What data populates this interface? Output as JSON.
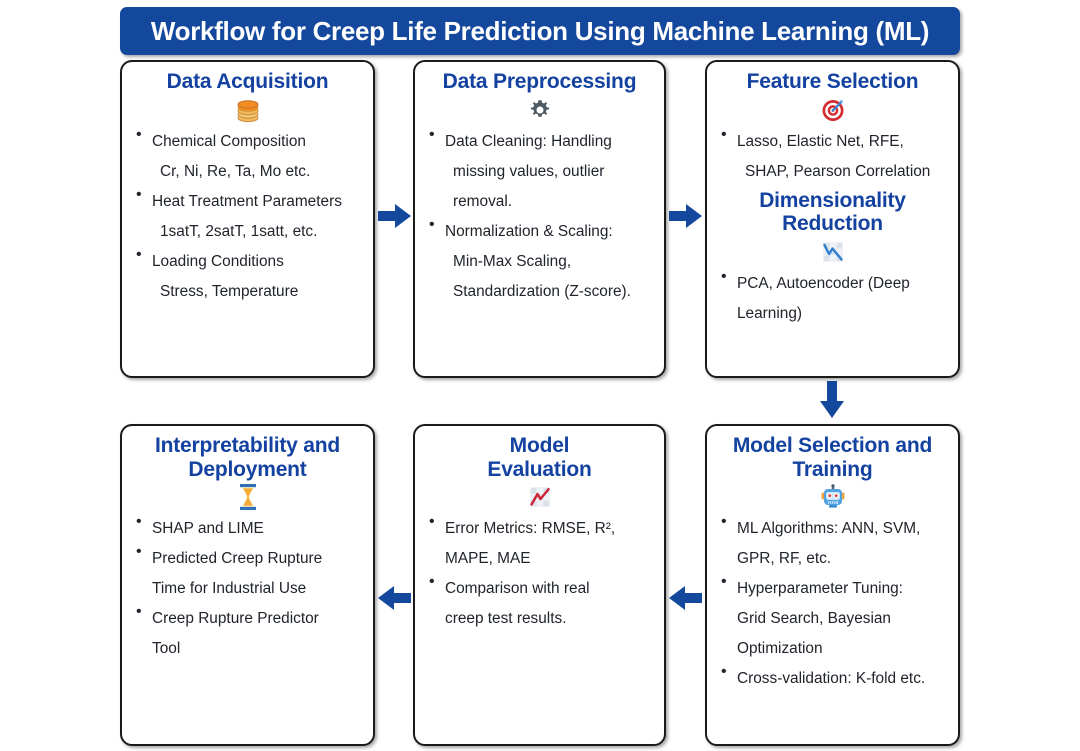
{
  "title": {
    "text": "Workflow for Creep Life Prediction Using Machine Learning (ML)",
    "background_color": "#14489c",
    "text_color": "#ffffff"
  },
  "theme": {
    "heading_color": "#1442a0",
    "arrow_color": "#14489c",
    "body_text_color": "#20242b",
    "box_border_color": "#1a1a1a",
    "page_background": "#ffffff"
  },
  "boxes": [
    {
      "id": "data-acquisition",
      "title": "Data Acquisition",
      "icon": "database-icon",
      "bullets": [
        {
          "main": "Chemical Composition",
          "sub": "Cr, Ni, Re, Ta, Mo etc."
        },
        {
          "main": "Heat Treatment Parameters",
          "sub": "1satT, 2satT, 1satt, etc."
        },
        {
          "main": "Loading Conditions",
          "sub": "Stress, Temperature"
        }
      ]
    },
    {
      "id": "data-preprocessing",
      "title": "Data Preprocessing",
      "icon": "gear-icon",
      "bullets": [
        {
          "main": "Data Cleaning: Handling",
          "sub": "missing values, outlier",
          "sub2": "removal."
        },
        {
          "main": "Normalization & Scaling:",
          "sub": "Min-Max Scaling,",
          "sub2": "Standardization (Z-score)."
        }
      ]
    },
    {
      "id": "feature-selection",
      "title": "Feature Selection",
      "icon": "target-icon",
      "bullets": [
        {
          "main": "Lasso, Elastic Net, RFE,",
          "sub": "SHAP, Pearson Correlation"
        }
      ],
      "subtitle": "Dimensionality Reduction",
      "subtitle_icon": "chart-decreasing-icon",
      "bullets2": [
        {
          "main": "PCA, Autoencoder (Deep",
          "sub": "Learning)"
        }
      ]
    },
    {
      "id": "model-selection-and-training",
      "title": "Model Selection and Training",
      "icon": "robot-icon",
      "bullets": [
        {
          "main": "ML Algorithms: ANN, SVM,",
          "sub": "GPR, RF, etc."
        },
        {
          "main": "Hyperparameter Tuning:",
          "sub": "Grid Search, Bayesian",
          "sub2": "Optimization"
        },
        {
          "main": "Cross-validation: K-fold etc."
        }
      ]
    },
    {
      "id": "model-evaluation",
      "title": "Model Evaluation",
      "icon": "chart-increasing-icon",
      "bullets": [
        {
          "main": "Error Metrics: RMSE, R²,",
          "sub": "MAPE, MAE"
        },
        {
          "main": "Comparison with real",
          "sub": "creep test results."
        }
      ]
    },
    {
      "id": "interpretability-and-deployment",
      "title": "Interpretability and Deployment",
      "icon": "hourglass-icon",
      "bullets": [
        {
          "main": "SHAP and LIME"
        },
        {
          "main": "Predicted Creep Rupture",
          "sub": "Time for Industrial Use"
        },
        {
          "main": "Creep Rupture Predictor",
          "sub": "Tool"
        }
      ]
    }
  ],
  "arrows": [
    {
      "id": "acquisition-to-preprocessing",
      "direction": "right"
    },
    {
      "id": "preprocessing-to-feature-selection",
      "direction": "right"
    },
    {
      "id": "feature-selection-to-model-training",
      "direction": "down"
    },
    {
      "id": "model-training-to-evaluation",
      "direction": "left"
    },
    {
      "id": "evaluation-to-interpretability",
      "direction": "left"
    }
  ]
}
